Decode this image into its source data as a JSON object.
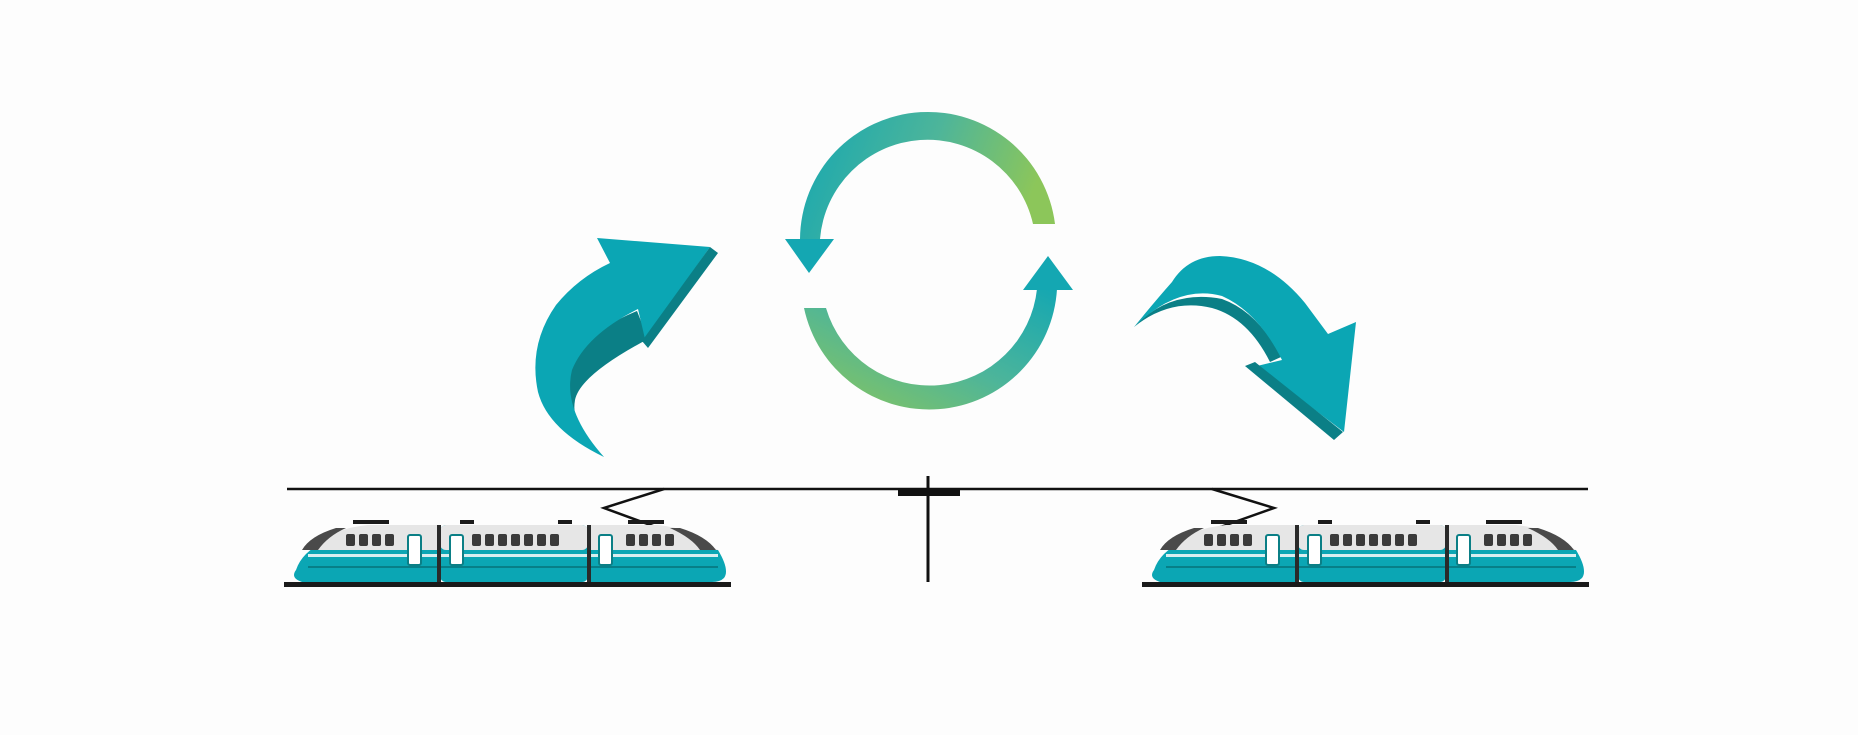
{
  "diagram": {
    "title": "Regenerative braking energy flow between trains",
    "elements": {
      "left_train": "train-accelerating",
      "right_train": "train-braking",
      "cycle": "energy-recycle-icon",
      "left_arrow": "arrow-up-to-cycle",
      "right_arrow": "arrow-down-from-cycle",
      "substation": "catenary-substation-post"
    }
  },
  "colors": {
    "background": "#fdfdfd",
    "teal": "#0ba6b4",
    "teal_dark": "#0b7f86",
    "green": "#8cc65a",
    "line": "#111111",
    "window": "#3a3a3a",
    "train_roof": "#e6e6e6",
    "train_nose": "#4a4a4a"
  }
}
